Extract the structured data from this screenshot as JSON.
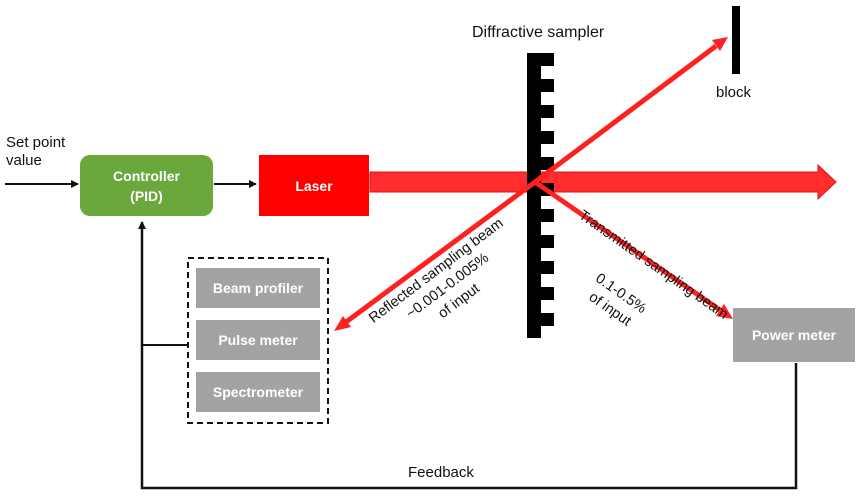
{
  "title": "Diffractive sampler laser power feedback diagram",
  "colors": {
    "controller": "#6aa83d",
    "laser": "#ff0000",
    "beam": "#ff2a2a",
    "instrument": "#a3a3a3",
    "line": "#111111"
  },
  "labels": {
    "set_point": "Set point\nvalue",
    "diffractive_sampler": "Diffractive sampler",
    "block": "block",
    "feedback": "Feedback"
  },
  "nodes": {
    "controller": "Controller\n(PID)",
    "laser": "Laser",
    "power_meter": "Power meter",
    "beam_profiler": "Beam profiler",
    "pulse_meter": "Pulse meter",
    "spectrometer": "Spectrometer"
  },
  "beams": {
    "reflected": {
      "name": "Reflected sampling beam",
      "fraction": "~0.001-0.005%",
      "suffix": "of input"
    },
    "transmitted": {
      "name": "Transmitted sampling beam",
      "fraction": "0.1-0.5%",
      "suffix": "of input"
    }
  }
}
